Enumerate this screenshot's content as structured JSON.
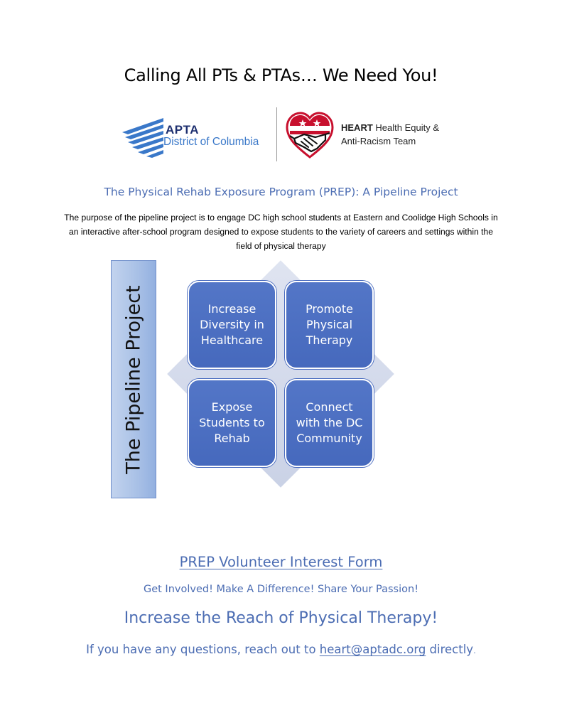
{
  "headline": "Calling All PTs & PTAs… We Need You!",
  "logos": {
    "apta": {
      "name": "APTA",
      "subtitle": "District of Columbia"
    },
    "heart": {
      "name_bold": "HEART",
      "name_rest": " Health Equity &",
      "line2": "Anti-Racism Team"
    }
  },
  "program_title": "The Physical Rehab Exposure Program (PREP): A Pipeline Project",
  "purpose": "The purpose of the pipeline project is to engage DC high school students at Eastern and Coolidge High Schools in an interactive after-school program designed to expose students to the variety of careers and settings within the field of physical therapy",
  "diagram": {
    "banner": "The Pipeline Project",
    "boxes": [
      {
        "label": "Increase Diversity in Healthcare"
      },
      {
        "label": "Promote Physical Therapy"
      },
      {
        "label": "Expose Students to Rehab"
      },
      {
        "label": "Connect with the DC Community"
      }
    ]
  },
  "cta": {
    "form_link": "PREP Volunteer Interest Form",
    "tagline": "Get Involved! Make A Difference!  Share Your Passion!",
    "reach": "Increase the Reach of Physical Therapy!",
    "contact_prefix": "If you have any questions, reach out to ",
    "contact_email": "heart@aptadc.org",
    "contact_suffix": " directly",
    "contact_period": "."
  },
  "colors": {
    "accent_blue": "#4c6db3",
    "box_blue": "#4a6cbf",
    "apta_navy": "#1d2f6f",
    "apta_light": "#3a78c9",
    "heart_red": "#c8102e"
  }
}
